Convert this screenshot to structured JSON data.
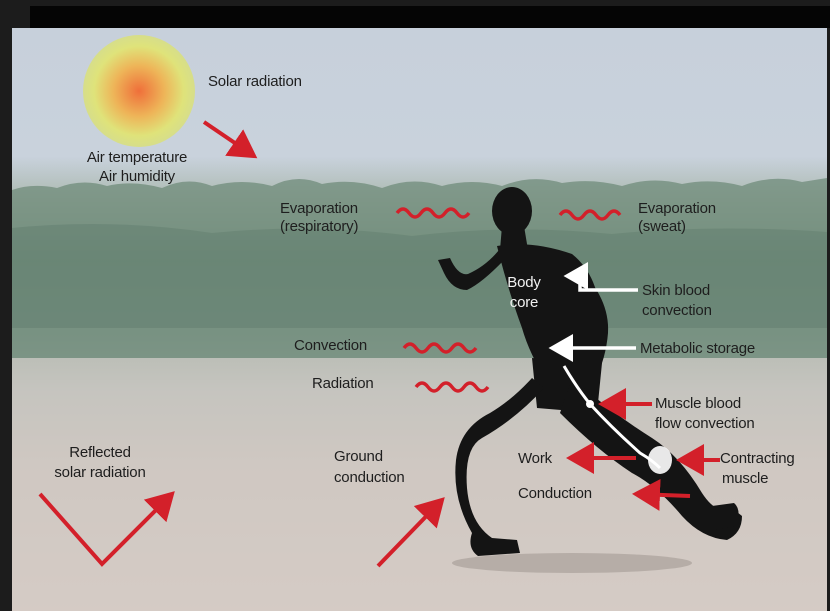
{
  "labels": {
    "solar_radiation": "Solar radiation",
    "air_temperature": "Air temperature",
    "air_humidity": "Air humidity",
    "evaporation_respiratory": [
      "Evaporation",
      "(respiratory)"
    ],
    "evaporation_sweat": [
      "Evaporation",
      "(sweat)"
    ],
    "body_core": [
      "Body",
      "core"
    ],
    "skin_blood_convection": [
      "Skin blood",
      "convection"
    ],
    "convection": "Convection",
    "metabolic_storage": "Metabolic storage",
    "radiation": "Radiation",
    "muscle_blood_flow_convection": [
      "Muscle blood",
      "flow convection"
    ],
    "reflected_solar_radiation": [
      "Reflected",
      "solar radiation"
    ],
    "ground_conduction": [
      "Ground",
      "conduction"
    ],
    "work": "Work",
    "contracting_muscle": [
      "Contracting",
      "muscle"
    ],
    "conduction": "Conduction"
  },
  "colors": {
    "arrow_red": "#d3202a",
    "arrow_white": "#ffffff",
    "silhouette": "#141414",
    "sun_outer": "#dfe37a",
    "sun_inner": "#ef7a3f"
  }
}
